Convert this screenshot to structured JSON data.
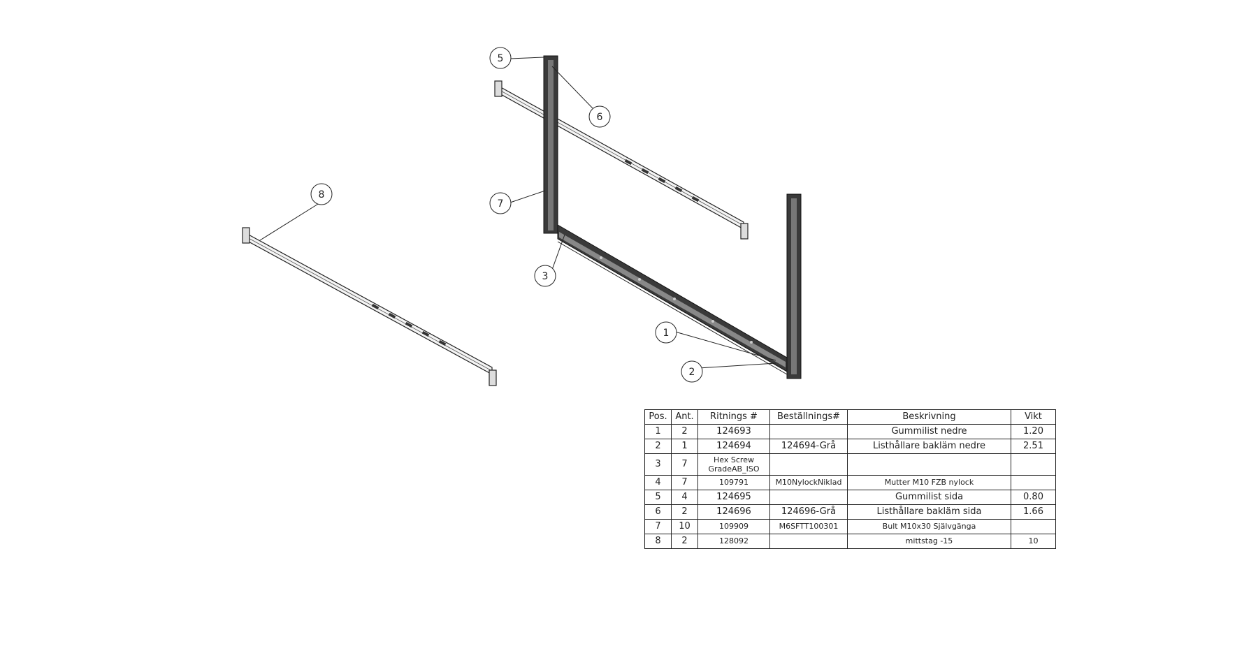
{
  "balloons": [
    "5",
    "6",
    "7",
    "8",
    "3",
    "1",
    "2"
  ],
  "bom": {
    "headers": [
      "Pos.",
      "Ant.",
      "Ritnings #",
      "Beställnings#",
      "Beskrivning",
      "Vikt"
    ],
    "rows": [
      {
        "pos": "1",
        "ant": "2",
        "ritning": "124693",
        "bestallning": "",
        "beskrivning": "Gummilist nedre",
        "vikt": "1.20"
      },
      {
        "pos": "2",
        "ant": "1",
        "ritning": "124694",
        "bestallning": "124694-Grå",
        "beskrivning": "Listhållare bakläm nedre",
        "vikt": "2.51"
      },
      {
        "pos": "3",
        "ant": "7",
        "ritning": "Hex Screw GradeAB_ISO",
        "bestallning": "",
        "beskrivning": "",
        "vikt": ""
      },
      {
        "pos": "4",
        "ant": "7",
        "ritning": "109791",
        "bestallning": "M10NylockNiklad",
        "beskrivning": "Mutter M10 FZB nylock",
        "vikt": ""
      },
      {
        "pos": "5",
        "ant": "4",
        "ritning": "124695",
        "bestallning": "",
        "beskrivning": "Gummilist sida",
        "vikt": "0.80"
      },
      {
        "pos": "6",
        "ant": "2",
        "ritning": "124696",
        "bestallning": "124696-Grå",
        "beskrivning": "Listhållare bakläm sida",
        "vikt": "1.66"
      },
      {
        "pos": "7",
        "ant": "10",
        "ritning": "109909",
        "bestallning": "M6SFTT100301",
        "beskrivning": "Bult M10x30 Självgänga",
        "vikt": ""
      },
      {
        "pos": "8",
        "ant": "2",
        "ritning": "128092",
        "bestallning": "",
        "beskrivning": "mittstag -15",
        "vikt": "10"
      }
    ]
  }
}
